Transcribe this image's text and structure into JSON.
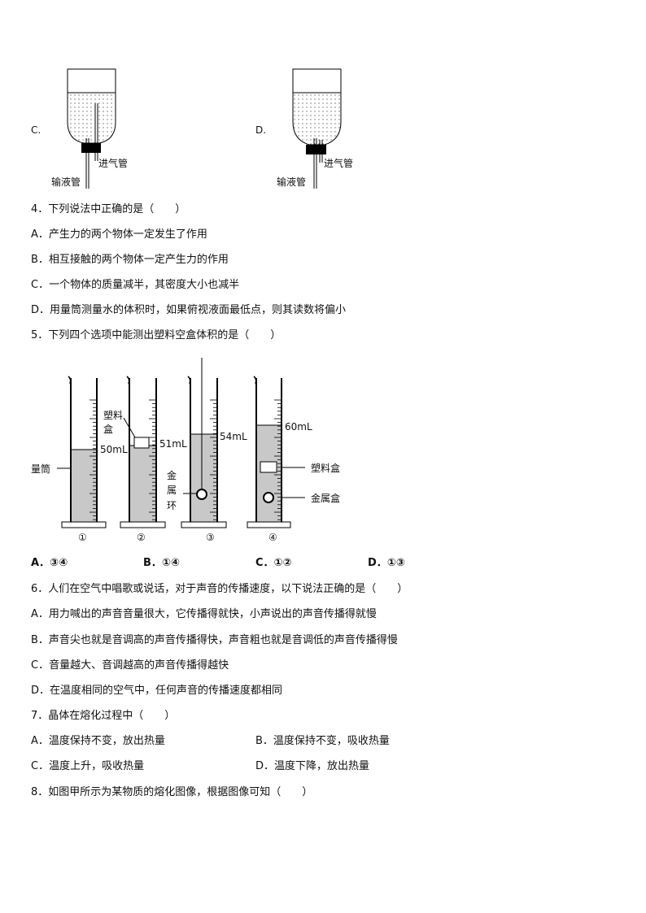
{
  "q3_figures": {
    "C": {
      "label": "C.",
      "air_tube": "进气管",
      "liquid_tube": "输液管"
    },
    "D": {
      "label": "D.",
      "air_tube": "进气管",
      "liquid_tube": "输液管"
    }
  },
  "q4": {
    "stem": "4．下列说法中正确的是（　　）",
    "options": [
      "A．产生力的两个物体一定发生了作用",
      "B．相互接触的两个物体一定产生力的作用",
      "C．一个物体的质量减半，其密度大小也减半",
      "D．用量筒测量水的体积时，如果俯视液面最低点，则其读数将偏小"
    ]
  },
  "q5": {
    "stem": "5．下列四个选项中能测出塑料空盒体积的是（　　）",
    "figure": {
      "cylinder_label": "量筒",
      "v1": "50mL",
      "v2": "51mL",
      "v3": "54mL",
      "v4": "60mL",
      "plastic_box_1": "塑料",
      "plastic_box_2": "盒",
      "metal_ring": [
        "金",
        "属",
        "环"
      ],
      "plastic_box": "塑料盒",
      "metal_box": "金属盒",
      "numbers": [
        "①",
        "②",
        "③",
        "④"
      ]
    },
    "options": [
      "A．③④",
      "B．①④",
      "C．①②",
      "D．①③"
    ]
  },
  "q6": {
    "stem": "6．人们在空气中唱歌或说话，对于声音的传播速度，以下说法正确的是（　　）",
    "options": [
      "A．用力喊出的声音音量很大，它传播得就快，小声说出的声音传播得就慢",
      "B．声音尖也就是音调高的声音传播得快，声音粗也就是音调低的声音传播得慢",
      "C．音量越大、音调越高的声音传播得越快",
      "D．在温度相同的空气中，任何声音的传播速度都相同"
    ]
  },
  "q7": {
    "stem": "7．晶体在熔化过程中（　　）",
    "options": [
      "A．温度保持不变，放出热量",
      "B．温度保持不变，吸收热量",
      "C．温度上升，吸收热量",
      "D．温度下降，放出热量"
    ]
  },
  "q8": {
    "stem": "8．如图甲所示为某物质的熔化图像，根据图像可知（　　）"
  }
}
